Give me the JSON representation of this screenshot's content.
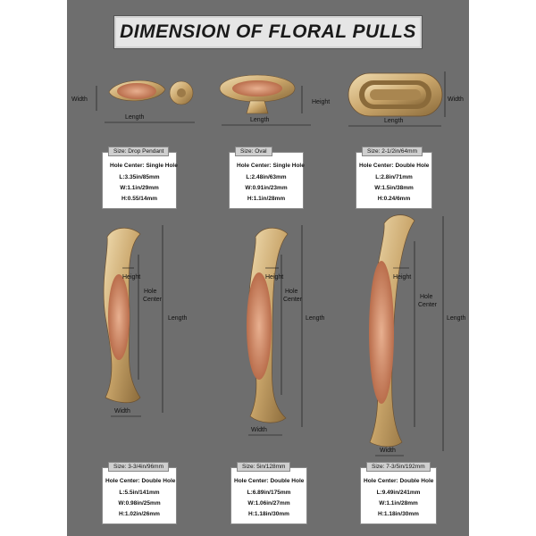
{
  "title": "DIMENSION OF FLORAL PULLS",
  "colors": {
    "panel": "#6e6e6e",
    "title_bg": "#e6e6e6",
    "gold": "#c9a56a",
    "copper": "#c07a55"
  },
  "dimension_labels": {
    "width": "Width",
    "length": "Length",
    "height": "Height",
    "hole_center_a": "Hole",
    "hole_center_b": "Center"
  },
  "specs": [
    {
      "size": "Size: Drop Pendant",
      "hole": "Hole Center: Single Hole",
      "l": "L:3.35in/85mm",
      "w": "W:1.1in/29mm",
      "h": "H:0.55/14mm"
    },
    {
      "size": "Size: Oval",
      "hole": "Hole Center: Single Hole",
      "l": "L:2.48in/63mm",
      "w": "W:0.91in/23mm",
      "h": "H:1.1in/28mm"
    },
    {
      "size": "Size: 2-1/2in/64mm",
      "hole": "Hole Center: Double Hole",
      "l": "L:2.8in/71mm",
      "w": "W:1.5in/38mm",
      "h": "H:0.24/6mm"
    },
    {
      "size": "Size: 3-3/4in/96mm",
      "hole": "Hole Center: Double Hole",
      "l": "L:5.5in/141mm",
      "w": "W:0.98in/25mm",
      "h": "H:1.02in/26mm"
    },
    {
      "size": "Size: 5in/128mm",
      "hole": "Hole Center: Double Hole",
      "l": "L:6.89in/175mm",
      "w": "W:1.06in/27mm",
      "h": "H:1.18in/30mm"
    },
    {
      "size": "Size: 7-3/5in/192mm",
      "hole": "Hole Center: Double Hole",
      "l": "L:9.49in/241mm",
      "w": "W:1.1in/28mm",
      "h": "H:1.18in/30mm"
    }
  ]
}
